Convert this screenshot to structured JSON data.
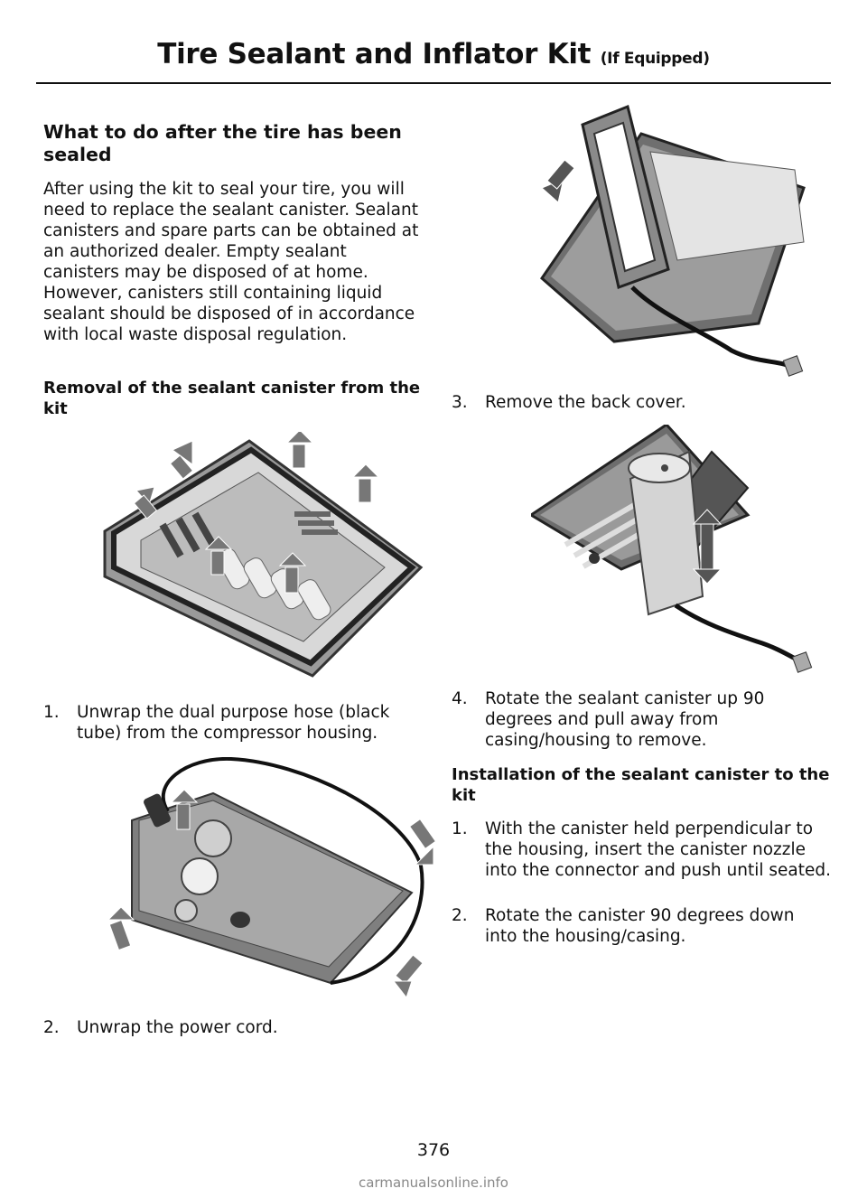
{
  "header": {
    "title": "Tire Sealant and Inflator Kit",
    "qualifier": "(If Equipped)"
  },
  "left": {
    "heading": "What to do after the tire has been sealed",
    "paragraph": "After using the kit to seal your tire, you will need to replace the sealant canister. Sealant canisters and spare parts can be obtained at an authorized dealer. Empty sealant canisters may be disposed of at home. However, canisters still containing liquid sealant should be disposed of in accordance with local waste disposal regulation.",
    "subheading": "Removal of the sealant canister from the kit",
    "steps": [
      {
        "num": "1.",
        "text": "Unwrap the dual purpose hose (black tube) from the compressor housing."
      },
      {
        "num": "2.",
        "text": "Unwrap the power cord."
      }
    ]
  },
  "right": {
    "steps": [
      {
        "num": "3.",
        "text": "Remove the back cover."
      },
      {
        "num": "4.",
        "text": "Rotate the sealant canister up 90 degrees and pull away from casing/housing to remove."
      }
    ],
    "subheading": "Installation of the sealant canister to the kit",
    "install_steps": [
      {
        "num": "1.",
        "text": "With the canister held perpendicular to the housing, insert the canister nozzle into the connector and push until seated."
      },
      {
        "num": "2.",
        "text": "Rotate the canister 90 degrees down into the housing/casing."
      }
    ]
  },
  "page_number": "376",
  "watermark": "carmanualsonline.info"
}
